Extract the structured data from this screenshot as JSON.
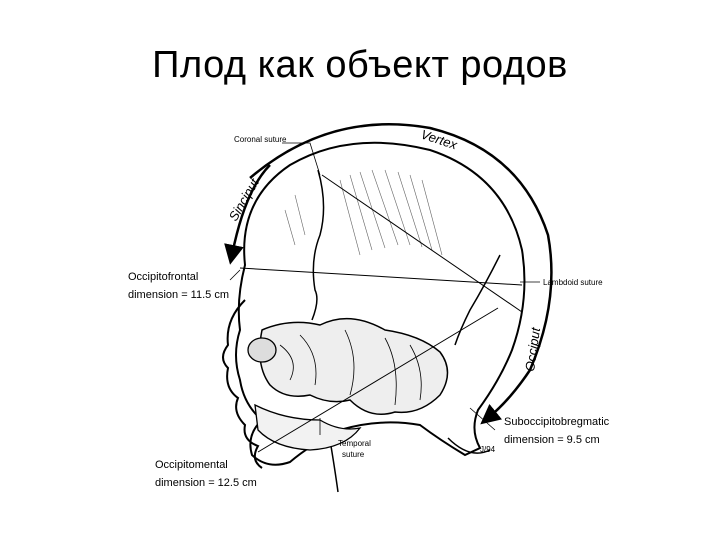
{
  "slide": {
    "title": "Плод как объект родов"
  },
  "diagram": {
    "labels": {
      "coronal_suture": "Coronal suture",
      "vertex": "Vertex",
      "sinciput": "Sinciput",
      "occiput": "Occiput",
      "lambdoid_suture": "Lambdoid suture",
      "temporal_suture_1": "Temporal",
      "temporal_suture_2": "suture",
      "signature": "J/94"
    },
    "dimensions": {
      "occipitofrontal_name": "Occipitofrontal",
      "occipitofrontal_value": "dimension = 11.5 cm",
      "occipitomental_name": "Occipitomental",
      "occipitomental_value": "dimension = 12.5 cm",
      "suboccipitobregmatic_name": "Suboccipitobregmatic",
      "suboccipitobregmatic_value": "dimension = 9.5 cm"
    }
  }
}
